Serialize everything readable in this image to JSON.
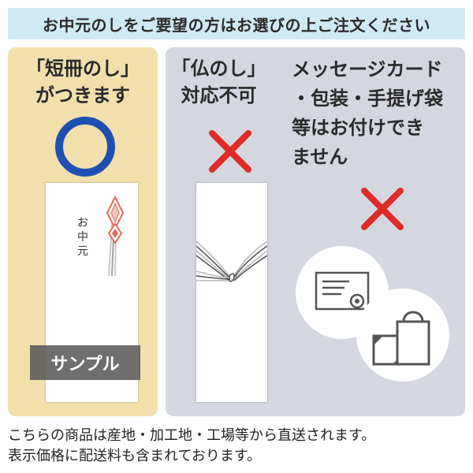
{
  "header": {
    "title": "お中元のしをご要望の方はお選びの上ご注文ください"
  },
  "left_panel": {
    "heading_line1": "「短冊のし」",
    "heading_line2": "がつきます",
    "noshi_label": "お中元",
    "sample_label": "サンプル",
    "status_icon": "circle-ok-icon",
    "accent_color": "#1e50b4"
  },
  "right_panel": {
    "buddha_heading_line1": "「仏のし」",
    "buddha_heading_line2": "対応不可",
    "message_lines": [
      "メッセージカード",
      "・包装・手提げ袋",
      "等はお付けでき",
      "ません"
    ],
    "status_icon": "cross-ng-icon",
    "cross_color": "#e02a25"
  },
  "footer": {
    "line1": "こちらの商品は産地・加工地・工場等から直送されます。",
    "line2": "表示価格に配送料も含まれております。"
  }
}
